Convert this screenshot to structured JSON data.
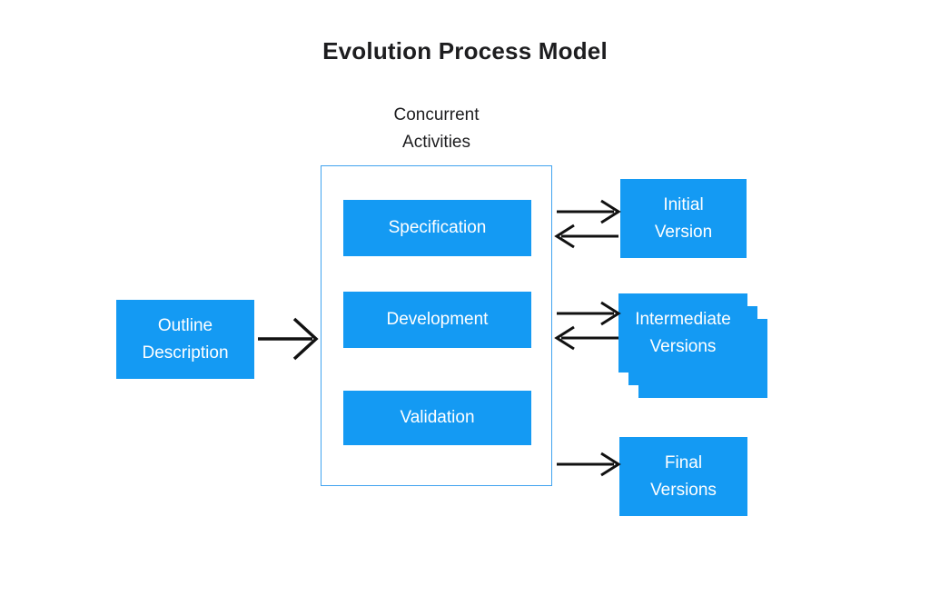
{
  "title": "Evolution Process Model",
  "colors": {
    "box_fill": "#149af3",
    "container_border": "#41a3ef",
    "text_dark": "#1d1d1f",
    "text_light": "#ffffff",
    "arrow": "#111111"
  },
  "labels": {
    "concurrent": "Concurrent\nActivities",
    "outline": "Outline\nDescription",
    "specification": "Specification",
    "development": "Development",
    "validation": "Validation",
    "initial": "Initial\nVersion",
    "intermediate": "Intermediate\nVersions",
    "final": "Final\nVersions"
  }
}
